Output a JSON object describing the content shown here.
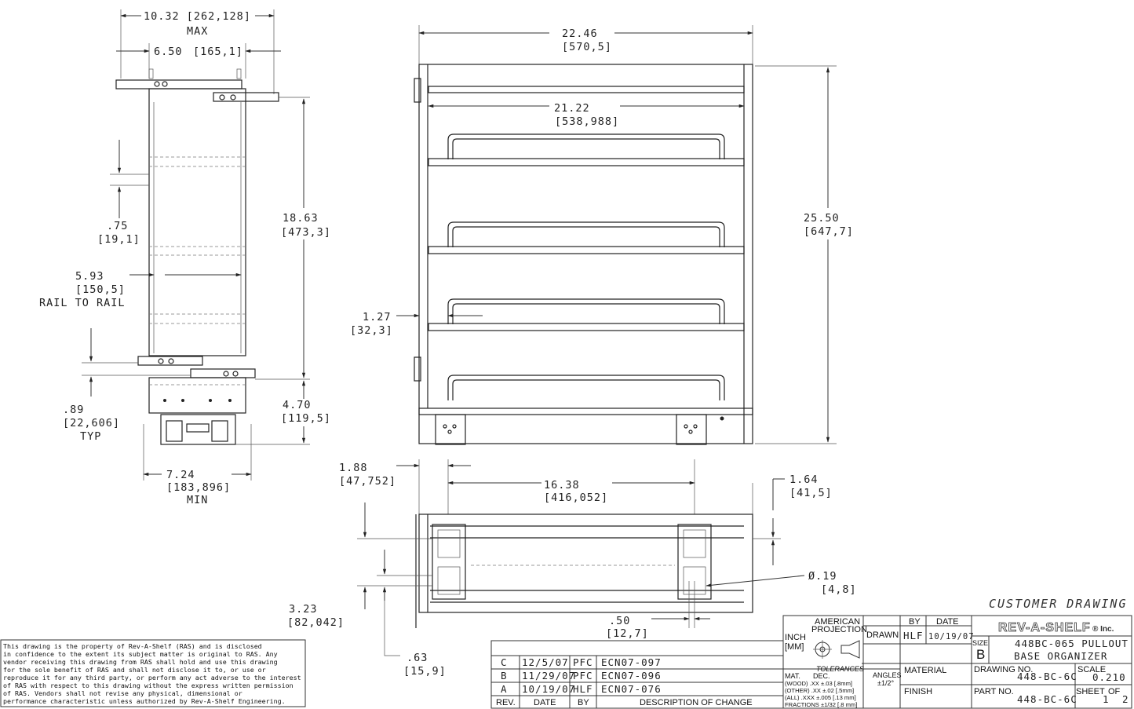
{
  "dims": {
    "overall_width": "10.32 [262,128]",
    "max_label": "MAX",
    "rail_width_in": "6.50",
    "rail_width_mm": "[165,1]",
    "spacing_in": ".75",
    "spacing_mm": "[19,1]",
    "rail_to_rail_in": "5.93",
    "rail_to_rail_mm": "[150,5]",
    "rail_to_rail_label": "RAIL TO RAIL",
    "typ_in": ".89",
    "typ_mm": "[22,606]",
    "typ_label": "TYP",
    "min_width_in": "7.24",
    "min_width_mm": "[183,896]",
    "min_label": "MIN",
    "height_in": "18.63",
    "height_mm": "[473,3]",
    "base_in": "4.70",
    "base_mm": "[119,5]",
    "depth_in": "22.46",
    "depth_mm": "[570,5]",
    "inner_depth_in": "21.22",
    "inner_depth_mm": "[538,988]",
    "total_height_in": "25.50",
    "total_height_mm": "[647,7]",
    "offset_in": "1.27",
    "offset_mm": "[32,3]",
    "bottom_a_in": "1.88",
    "bottom_a_mm": "[47,752]",
    "bottom_b_in": "16.38",
    "bottom_b_mm": "[416,052]",
    "bottom_c_in": "1.64",
    "bottom_c_mm": "[41,5]",
    "hole_in": "Ø.19",
    "hole_mm": "[4,8]",
    "bottom_d_in": "3.23",
    "bottom_d_mm": "[82,042]",
    "bottom_e_in": ".50",
    "bottom_e_mm": "[12,7]",
    "bottom_f_in": ".63",
    "bottom_f_mm": "[15,9]"
  },
  "notice": [
    "This drawing is the property of Rev-A-Shelf (RAS) and is disclosed",
    "in confidence to the extent its subject matter is original to RAS.  Any",
    "vendor receiving this drawing from RAS shall hold and use this drawing",
    "for the sole benefit of RAS and shall not disclose it to, or use or",
    "reproduce it for any third party, or perform any act adverse to the interest",
    "of RAS with respect to this drawing without the express written permission",
    "of RAS.  Vendors shall not revise any physical, dimensional or",
    "performance characteristic unless authorized by Rev-A-Shelf Engineering."
  ],
  "revisions": {
    "rows": [
      {
        "rev": "C",
        "date": "12/5/07",
        "by": "PFC",
        "desc": "ECN07-097"
      },
      {
        "rev": "B",
        "date": "11/29/07",
        "by": "PFC",
        "desc": "ECN07-096"
      },
      {
        "rev": "A",
        "date": "10/19/07",
        "by": "HLF",
        "desc": "ECN07-076"
      }
    ],
    "headers": {
      "rev": "REV.",
      "date": "DATE",
      "by": "BY",
      "desc": "DESCRIPTION OF CHANGE"
    }
  },
  "title_block": {
    "customer_drawing": "CUSTOMER DRAWING",
    "projection_line1": "AMERICAN",
    "projection_line2": "PROJECTION",
    "inch": "INCH",
    "mm": "[MM]",
    "by_header": "BY",
    "date_header": "DATE",
    "drawn_label": "DRAWN",
    "drawn_by": "HLF",
    "drawn_date": "10/19/07",
    "company": "REV-A-SHELF",
    "company_suffix": "® Inc.",
    "size_label": "SIZE",
    "size": "B",
    "title_line1": "448BC-065 PULLOUT",
    "title_line2": "BASE ORGANIZER",
    "tolerances_title": "TOLERANCES",
    "mat_label": "MAT.",
    "dec_label": "DEC.",
    "tol_wood": "(WOOD) .XX ±.03 [.8mm]",
    "tol_other": "(OTHER) .XX ±.02 [.5mm]",
    "tol_all": "(ALL) .XXX ±.005 [.13 mm]",
    "tol_fractions": "FRACTIONS ±1/32 [.8 mm]",
    "angles_label": "ANGLES",
    "angles_value": "±1/2°",
    "material_label": "MATERIAL",
    "finish_label": "FINISH",
    "drawing_no_label": "DRAWING NO.",
    "drawing_no": "448-BC-6C",
    "scale_label": "SCALE",
    "scale": "0.210",
    "part_no_label": "PART NO.",
    "part_no": "448-BC-6C",
    "sheet_label": "SHEET",
    "of_label": "OF",
    "sheet_num": "1",
    "sheet_total": "2"
  }
}
